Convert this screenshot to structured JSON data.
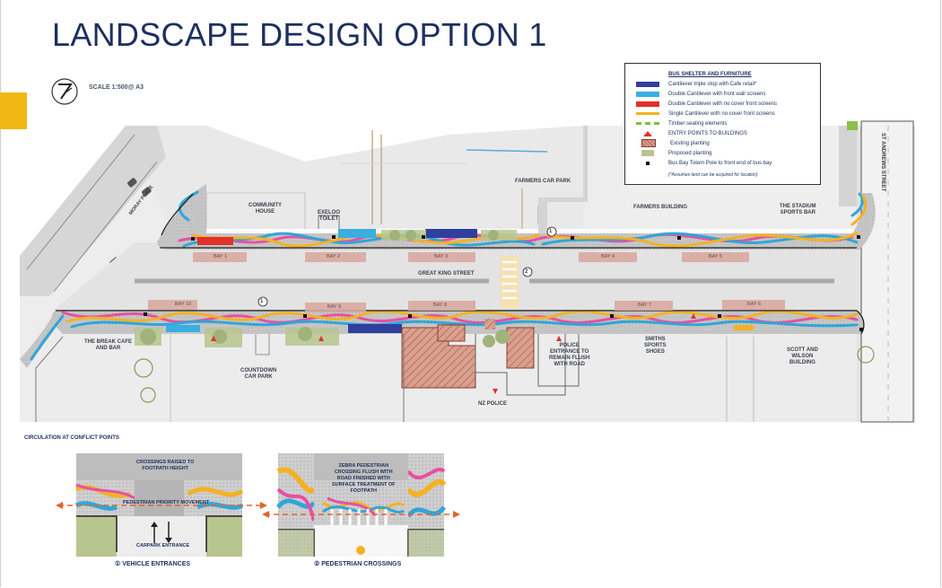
{
  "title": "LANDSCAPE DESIGN OPTION 1",
  "scale": "SCALE 1:500@ A3",
  "legend": {
    "title": "BUS SHELTER AND FURNITURE",
    "items": [
      {
        "label": "Cantilever triple stop with Cafe retail*",
        "color": "#2f3f9e"
      },
      {
        "label": "Double Cantilever with front wall screens",
        "color": "#3aaee0"
      },
      {
        "label": "Double Cantilever with no cover front screens",
        "color": "#e2302b"
      },
      {
        "label": "Single Cantilever with no cover front screens",
        "color": "#f4b223"
      },
      {
        "label": "Timber seating elements",
        "color": "#7cbf3f"
      },
      {
        "label": "ENTRY POINTS TO BUILDINGS",
        "color": "#e2302b"
      },
      {
        "label": "Existing planting",
        "color": "#c8826e"
      },
      {
        "label": "Proposed planting",
        "color": "#b7c58f"
      },
      {
        "label": "Bus Bay Totem Pole to front end of bus bay",
        "color": "#111111"
      }
    ],
    "note": "(*Assumes land can be acquired for location)"
  },
  "labels": {
    "moray_place": "MORAY PLACE",
    "community_house": "COMMUNITY\nHOUSE",
    "exeloo": "EXELOO\nTOILET",
    "farmers_car_park": "FARMERS CAR PARK",
    "farmers_building": "FARMERS BUILDING",
    "stadium": "THE STADIUM\nSPORTS BAR",
    "st_andrews": "ST ANDREWS STREET",
    "great_king": "GREAT KING STREET",
    "break_cafe": "THE BREAK CAFE\nAND BAR",
    "countdown": "COUNTDOWN\nCAR PARK",
    "police_entrance": "POLICE\nENTRANCE TO\nREMAIN FLUSH\nWITH ROAD",
    "nz_police": "NZ POLICE",
    "smiths": "SMITHS\nSPORTS\nSHOES",
    "scott_wilson": "SCOTT AND\nWILSON\nBUILDING"
  },
  "bays": [
    "BAY 1",
    "BAY 2",
    "BAY 3",
    "BAY 4",
    "BAY 5",
    "BAY 10",
    "BAY 9",
    "BAY 8",
    "BAY 7",
    "BAY 6"
  ],
  "markers": [
    "1",
    "2",
    "1"
  ],
  "circulation": {
    "title": "CIRCULATION AT CONFLICT POINTS",
    "vehicle": {
      "crossings": "CROSSINGS RAISED TO\nFOOTPATH HEIGHT",
      "priority": "PEDESTRIAN PRIORITY MOVEMENT",
      "carpark": "CARPARK ENTRANCE",
      "caption": "① VEHICLE ENTRANCES"
    },
    "pedestrian": {
      "zebra": "ZEBRA PEDESTRIAN\nCROSSING FLUSH WITH\nROAD FINISHED WITH\nSURFACE TREATMENT OF\nFOOTPATH",
      "caption": "② PEDESTRIAN CROSSINGS"
    }
  }
}
